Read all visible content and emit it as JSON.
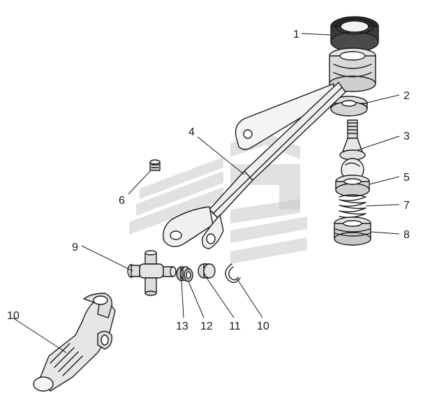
{
  "callouts": [
    {
      "num": "1"
    },
    {
      "num": "2"
    },
    {
      "num": "3"
    },
    {
      "num": "4"
    },
    {
      "num": "5"
    },
    {
      "num": "6"
    },
    {
      "num": "7"
    },
    {
      "num": "8"
    },
    {
      "num": "9"
    },
    {
      "num": "10"
    },
    {
      "num": "13"
    },
    {
      "num": "12"
    },
    {
      "num": "11"
    },
    {
      "num": "10"
    }
  ],
  "colors": {
    "ink": "#1a1a1a",
    "part_shade": "#d9d9d9",
    "watermark": "#c9c9c9",
    "background": "#ffffff"
  }
}
